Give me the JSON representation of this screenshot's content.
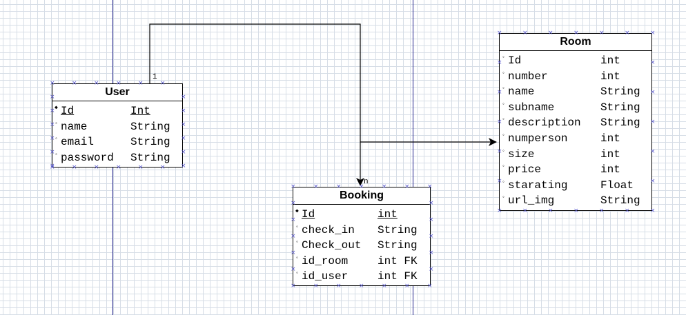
{
  "entities": {
    "user": {
      "title": "User",
      "attributes": [
        {
          "marker": "◆",
          "name": "Id",
          "type": "Int",
          "primary": true
        },
        {
          "marker": "◦",
          "name": "name",
          "type": "String",
          "primary": false
        },
        {
          "marker": "◦",
          "name": "email",
          "type": "String",
          "primary": false
        },
        {
          "marker": "◦",
          "name": "password",
          "type": "String",
          "primary": false
        }
      ]
    },
    "booking": {
      "title": "Booking",
      "attributes": [
        {
          "marker": "◆",
          "name": "Id",
          "type": "int",
          "primary": true
        },
        {
          "marker": "◦",
          "name": "check_in",
          "type": "String",
          "primary": false
        },
        {
          "marker": "◦",
          "name": "Check_out",
          "type": "String",
          "primary": false
        },
        {
          "marker": "◦",
          "name": "id_room",
          "type": "int FK",
          "primary": false
        },
        {
          "marker": "◦",
          "name": "id_user",
          "type": "int FK",
          "primary": false
        }
      ]
    },
    "room": {
      "title": "Room",
      "attributes": [
        {
          "marker": "◦",
          "name": "Id",
          "type": "int",
          "primary": false
        },
        {
          "marker": "◦",
          "name": "number",
          "type": "int",
          "primary": false
        },
        {
          "marker": "◦",
          "name": "name",
          "type": "String",
          "primary": false
        },
        {
          "marker": "◦",
          "name": "subname",
          "type": "String",
          "primary": false
        },
        {
          "marker": "◦",
          "name": "description",
          "type": "String",
          "primary": false
        },
        {
          "marker": "◦",
          "name": "numperson",
          "type": "int",
          "primary": false
        },
        {
          "marker": "◦",
          "name": "size",
          "type": "int",
          "primary": false
        },
        {
          "marker": "◦",
          "name": "price",
          "type": "int",
          "primary": false
        },
        {
          "marker": "◦",
          "name": "starating",
          "type": "Float",
          "primary": false
        },
        {
          "marker": "◦",
          "name": "url_img",
          "type": "String",
          "primary": false
        }
      ]
    }
  },
  "relationships": [
    {
      "from": "User",
      "to": "Booking",
      "from_multiplicity": "1",
      "to_multiplicity": "n"
    },
    {
      "from": "Booking",
      "to": "Room",
      "from_multiplicity": "",
      "to_multiplicity": ""
    }
  ],
  "colors": {
    "grid": "#d6dde6",
    "lifeline": "#1f1f8a",
    "handle": "#5a5acf",
    "border": "#000000"
  }
}
